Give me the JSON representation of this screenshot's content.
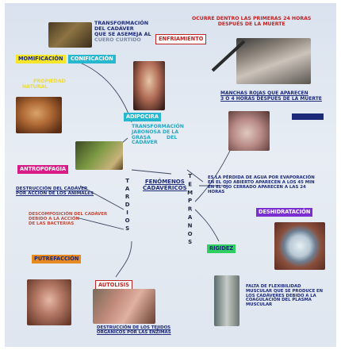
{
  "center": {
    "title_line1": "FENÓMENOS",
    "title_line2": "CADAVÉRICOS"
  },
  "branches": {
    "tardios": "TARDIOS",
    "tempranos": "TEMPRANOS"
  },
  "tempranos": {
    "enfriamiento": {
      "label": "ENFRIAMIENTO",
      "desc_line1": "TRANSFORMACIÓN",
      "desc_line2": "DEL CADÁVER",
      "desc_line3": "QUE SE ASEMEJA AL",
      "desc_line4": "CUERO CURTIDO",
      "note_line1": "OCURRE DENTRO LAS PRIMERAS 24 HORAS",
      "note_line2": "DESPUÉS DE LA MUERTE"
    },
    "livideces": {
      "desc_line1": "MANCHAS ROJAS QUE APARECEN",
      "desc_line2": "3 O 4 HORAS DESPUÉS DE LA MUERTE"
    },
    "deshidratacion": {
      "label": "DESHIDRATACIÓN",
      "desc_line1": "ES LA PÉRDIDA DE AGUA POR EVAPORACIÓN",
      "desc_line2": "EN EL OJO ABIERTO APARECEN A LOS 45 MIN",
      "desc_line3": "EN EL OJO CERRADO APARECEN A LAS 24",
      "desc_line4": "HORAS"
    },
    "rigidez": {
      "label": "RIGIDEZ",
      "desc_line1": "FALTA DE FLEXIBILIDAD",
      "desc_line2": "MUSCULAR QUE SE PRODUCE EN",
      "desc_line3": "LOS CADÁVERES DEBIDO A LA",
      "desc_line4": "COAGULACIÓN DEL PLASMA",
      "desc_line5": "MUSCULAR"
    }
  },
  "tardios": {
    "momificacion": {
      "label": "MOMIFICACIÓN"
    },
    "conificacion": {
      "label": "CONIFICACIÓN"
    },
    "adipocira": {
      "label": "ADIPOCIRA",
      "desc_line1": "TRANSFORMACIÓN",
      "desc_line2": "JABONOSA DE LA",
      "desc_line3": "GRASA",
      "desc_line3b": "DEL",
      "desc_line4": "CADÁVER"
    },
    "antropofagia": {
      "label": "ANTROPOFAGIA",
      "desc_line1": "DESTRUCCIÓN DEL CADÁVER",
      "desc_line2": "POR ACCIÓN DE LOS ANIMALES"
    },
    "putrefaccion": {
      "label": "PUTREFACCIÓN",
      "desc_line1": "DESCOMPOSICIÓN DEL CADÁVER",
      "desc_line2": "DEBIDO A LA ACCIÓN",
      "desc_line3": "DE LAS BACTERIAS"
    },
    "autolisis": {
      "label": "AUTOLISIS",
      "desc_line1": "DESTRUCCIÓN DE LOS TEJIDOS",
      "desc_line2": "ORGÁNICOS POR LAS ENZIMAS"
    },
    "yellow_note_line1": "PROPIEDAD",
    "yellow_note_line2": "NATURAL"
  },
  "colors": {
    "magenta": "#d81b87",
    "cyan": "#27b7cf",
    "yellow": "#f6e62a",
    "green": "#2fcf63",
    "orange": "#e88a22",
    "purple": "#7b2fd0",
    "dark_blue": "#1d2a7a",
    "red_text": "#c02424",
    "navy_text": "#1c2640"
  },
  "icons": [
    "mummy-photo",
    "skull-photo",
    "grave-wax-photo",
    "hand-photo",
    "green-body-photo",
    "face-photo",
    "necrotic-tissue-photo",
    "bones-photo",
    "hand-marks-photo",
    "eye-photo",
    "rigid-hand-photo"
  ]
}
